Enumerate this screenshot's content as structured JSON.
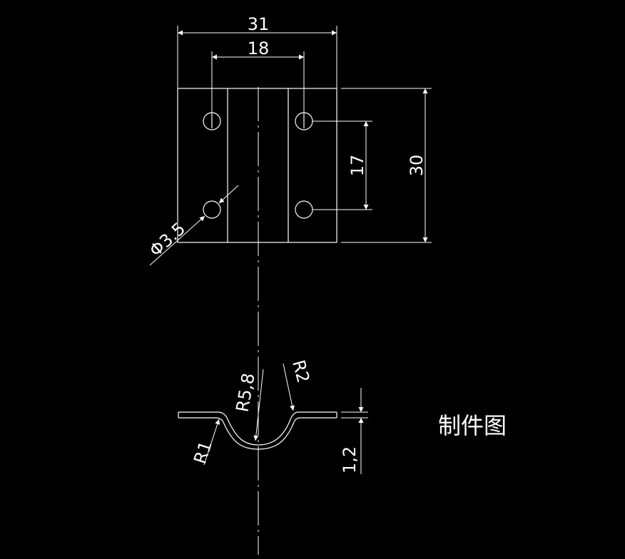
{
  "colors": {
    "background": "#000000",
    "line": "#ffffff"
  },
  "dimensions": {
    "overall_width": "31",
    "hole_spacing_horizontal": "18",
    "hole_spacing_vertical": "17",
    "overall_height": "30",
    "hole_diameter": "Φ3.5",
    "bend_radius_large": "R5,8",
    "bend_radius_outer": "R2",
    "bend_radius_inner": "R1",
    "thickness": "1,2"
  },
  "title": "制件图"
}
